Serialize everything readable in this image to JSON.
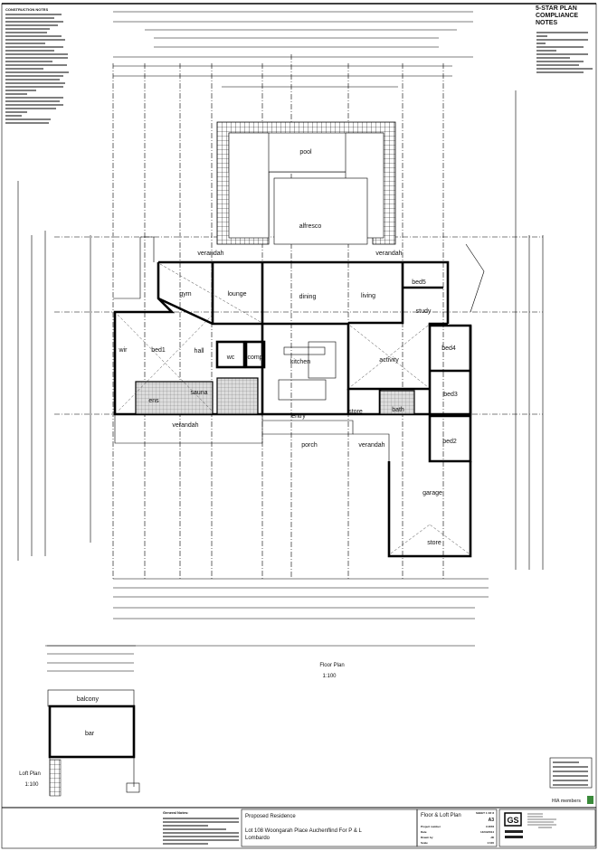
{
  "notes": {
    "construction_heading": "CONSTRUCTION NOTES",
    "compliance_heading": "5-STAR PLAN COMPLIANCE NOTES",
    "general_heading": "General Notes:"
  },
  "rooms": {
    "verandah_top_left": "verandah",
    "gym": "gym",
    "lounge": "lounge",
    "dining": "dining",
    "living": "living",
    "bed5": "bed5",
    "study": "study",
    "bed1": "bed1",
    "wir": "wir",
    "hall": "hall",
    "wc": "wc",
    "comp": "comp",
    "kitchen": "kitchen",
    "ens": "ens",
    "sauna": "sauna",
    "verandah_bottom_left": "verandah",
    "activity": "activity",
    "bed4": "bed4",
    "bed3": "bed3",
    "bed2": "bed2",
    "store": "store",
    "bath": "bath",
    "verandah_top_right": "verandah",
    "verandah_bottom_right": "verandah",
    "porch": "porch",
    "entry": "entry",
    "garage": "garage",
    "garage_store": "store",
    "pool": "pool",
    "alfresco": "alfresco",
    "balcony": "balcony",
    "bar": "bar"
  },
  "plans": {
    "floor_plan_title": "Floor Plan",
    "floor_plan_scale": "1:100",
    "loft_plan_title": "Loft Plan",
    "loft_plan_scale": "1:100"
  },
  "title_block": {
    "project": "Proposed Residence",
    "address_line1": "Lot 108 Woongarah Place Auchenflind For P & L",
    "address_line2": "Lombardo",
    "sheet_title": "Floor & Loft Plan",
    "sheet_number": "SHEET 1 OF 8",
    "sheet_size": "A3",
    "project_number_label": "Project number",
    "project_number": "C4678",
    "date_label": "Date",
    "date": "14/04/2014",
    "drawn_label": "Drawn by",
    "drawn": "JD",
    "scale_label": "Scale",
    "scale": "1:100",
    "logo_text": "GS",
    "hia": "HIA members"
  }
}
